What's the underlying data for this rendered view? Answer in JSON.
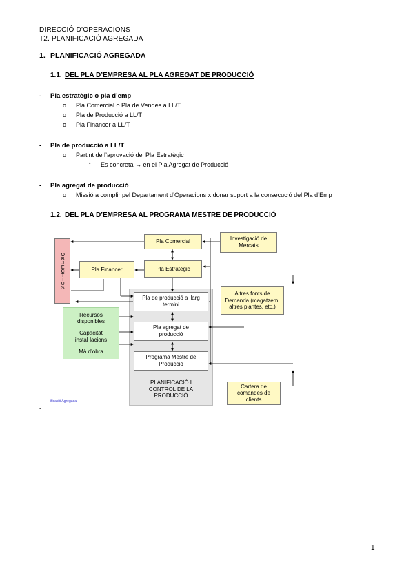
{
  "header": {
    "line1": "DIRECCIÓ D’OPERACIONS",
    "line2": "T2. PLANIFICACIÓ AGREGADA"
  },
  "section1": {
    "number": "1.",
    "title": "PLANIFICACIÓ AGREGADA"
  },
  "section11": {
    "number": "1.1.",
    "title": "DEL PLA D’EMPRESA AL PLA AGREGAT DE PRODUCCIÓ"
  },
  "list": {
    "item1": {
      "dash": "-",
      "title": "Pla estratègic o pla d’emp",
      "subs": [
        "Pla Comercial o Pla de Vendes a LL/T",
        "Pla de Producció a LL/T",
        "Pla Financer a LL/T"
      ]
    },
    "item2": {
      "dash": "-",
      "title": "Pla de producció a LL/T",
      "sub": "Partint de l’aprovació del Pla Estratègic",
      "subsub": "Es concreta → en el Pla Agregat de Producció"
    },
    "item3": {
      "dash": "-",
      "title": "Pla agregat de producció",
      "sub": "Missió a complir pel Departament d’Operacions x donar suport a la consecució del Pla d’Emp"
    }
  },
  "bullet_chars": {
    "circle": "o",
    "square": "▪"
  },
  "section12": {
    "number": "1.2.",
    "title": "DEL PLA D’EMPRESA AL PROGRAMA MESTRE DE PRODUCCIÓ"
  },
  "diagram": {
    "objectius": "OBJECTIUS",
    "pla_comercial": "Pla Comercial",
    "investigacio": "Investigació de Mercats",
    "pla_financer": "Pla Financer",
    "pla_estrategic": "Pla Estratègic",
    "pla_llarg": "Pla de producció a llarg termini",
    "pla_agregat": "Pla agregat de producció",
    "programa_mestre": "Programa Mestre de Producció",
    "planificacio": "PLANIFICACIÓ I CONTROL DE LA PRODUCCIÓ",
    "recursos": "Recursos disponibles",
    "capacitat": "Capacitat instal·lacions",
    "ma_obra": "Mà d’obra",
    "altres_fonts": "Altres fonts de Demanda (magatzem, altres plantes, etc.)",
    "cartera": "Cartera de comandes de clients",
    "caption": "ificació Agregada",
    "trailing_dash": "-"
  },
  "page_number": "1"
}
